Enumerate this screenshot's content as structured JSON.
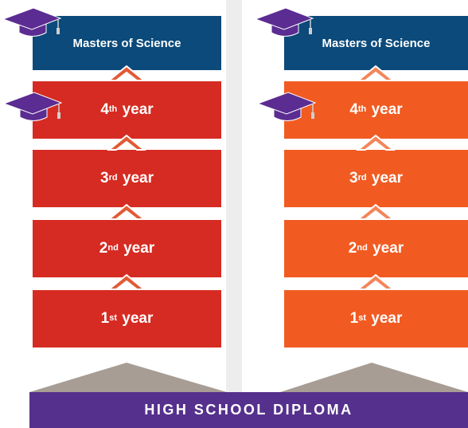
{
  "colors": {
    "masters": "#0b4a7a",
    "left_years": "#d62b22",
    "right_years": "#f15b22",
    "chevron_left": "#e25a35",
    "chevron_right": "#f3855a",
    "chevron_edge": "#ffffff",
    "cap": "#5b2c91",
    "tassel": "#cfcfcf",
    "pedestal": "#a79d94",
    "diploma": "#55308d"
  },
  "icons": {
    "cap": "graduation-cap-icon",
    "arrow": "chevron-up-icon"
  },
  "columns": [
    {
      "masters": "Masters of Science",
      "years": [
        {
          "num": "4",
          "suffix": "th",
          "word": "year"
        },
        {
          "num": "3",
          "suffix": "rd",
          "word": "year"
        },
        {
          "num": "2",
          "suffix": "nd",
          "word": "year"
        },
        {
          "num": "1",
          "suffix": "st",
          "word": "year"
        }
      ]
    },
    {
      "masters": "Masters of Science",
      "years": [
        {
          "num": "4",
          "suffix": "th",
          "word": "year"
        },
        {
          "num": "3",
          "suffix": "rd",
          "word": "year"
        },
        {
          "num": "2",
          "suffix": "nd",
          "word": "year"
        },
        {
          "num": "1",
          "suffix": "st",
          "word": "year"
        }
      ]
    }
  ],
  "diploma": "HIGH SCHOOL DIPLOMA"
}
